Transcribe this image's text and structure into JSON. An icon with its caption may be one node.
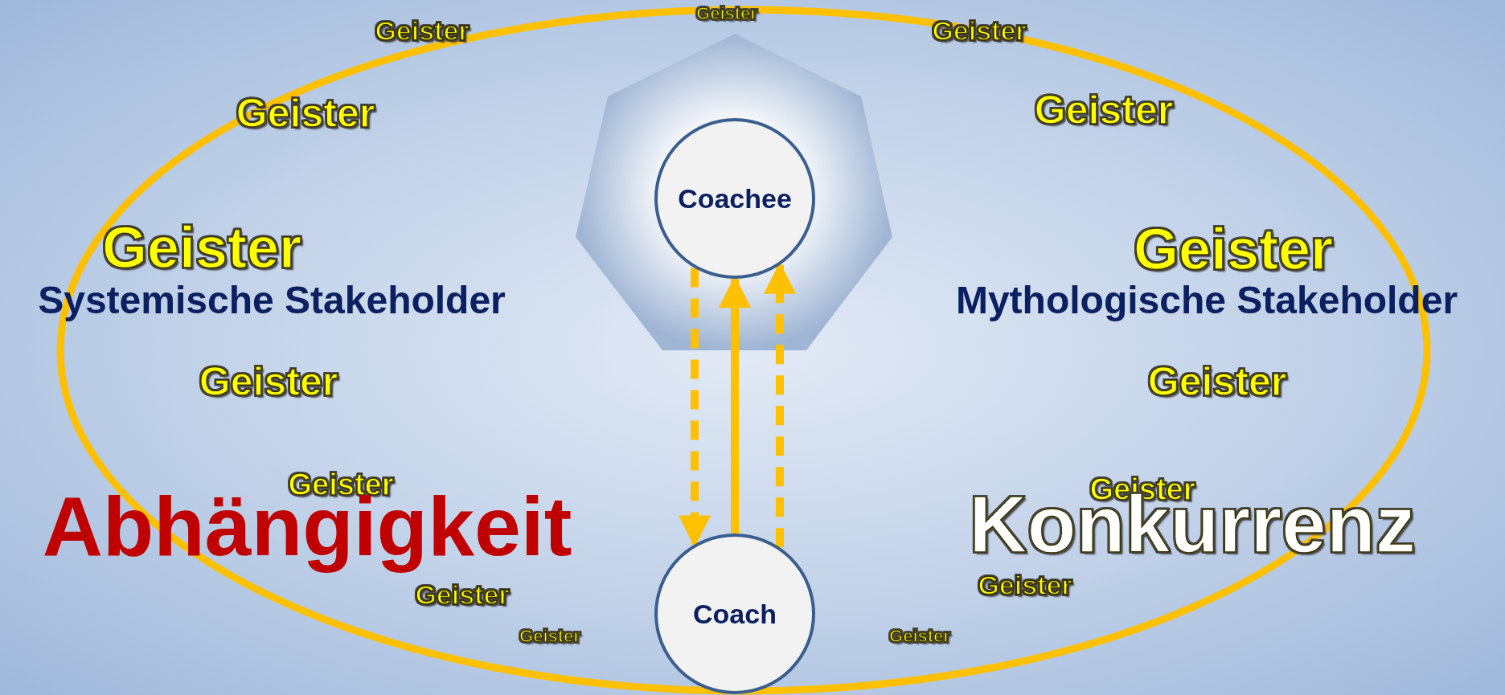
{
  "diagram": {
    "nodes": [
      {
        "text": [
          "Coachee"
        ]
      },
      {
        "text": [
          "Coach"
        ]
      }
    ],
    "edges": [
      {
        "from": 0,
        "to": 1,
        "arrow": "to",
        "style": "dashed"
      },
      {
        "from": 1,
        "to": 0,
        "arrow": "to"
      },
      {
        "from": 1,
        "to": 0,
        "arrow": "to",
        "style": "dashed"
      }
    ],
    "labels": [
      "Geister",
      "Geister",
      "Geister",
      "Geister",
      "Geister",
      "Geister",
      "Geister",
      "Systemische Stakeholder",
      "Mythologische Stakeholder",
      "Geister",
      "Geister",
      "Geister",
      "Geister",
      "Abhängigkeit",
      "Konkurrenz",
      "Geister",
      "Geister",
      "Geister",
      "Geister"
    ]
  }
}
